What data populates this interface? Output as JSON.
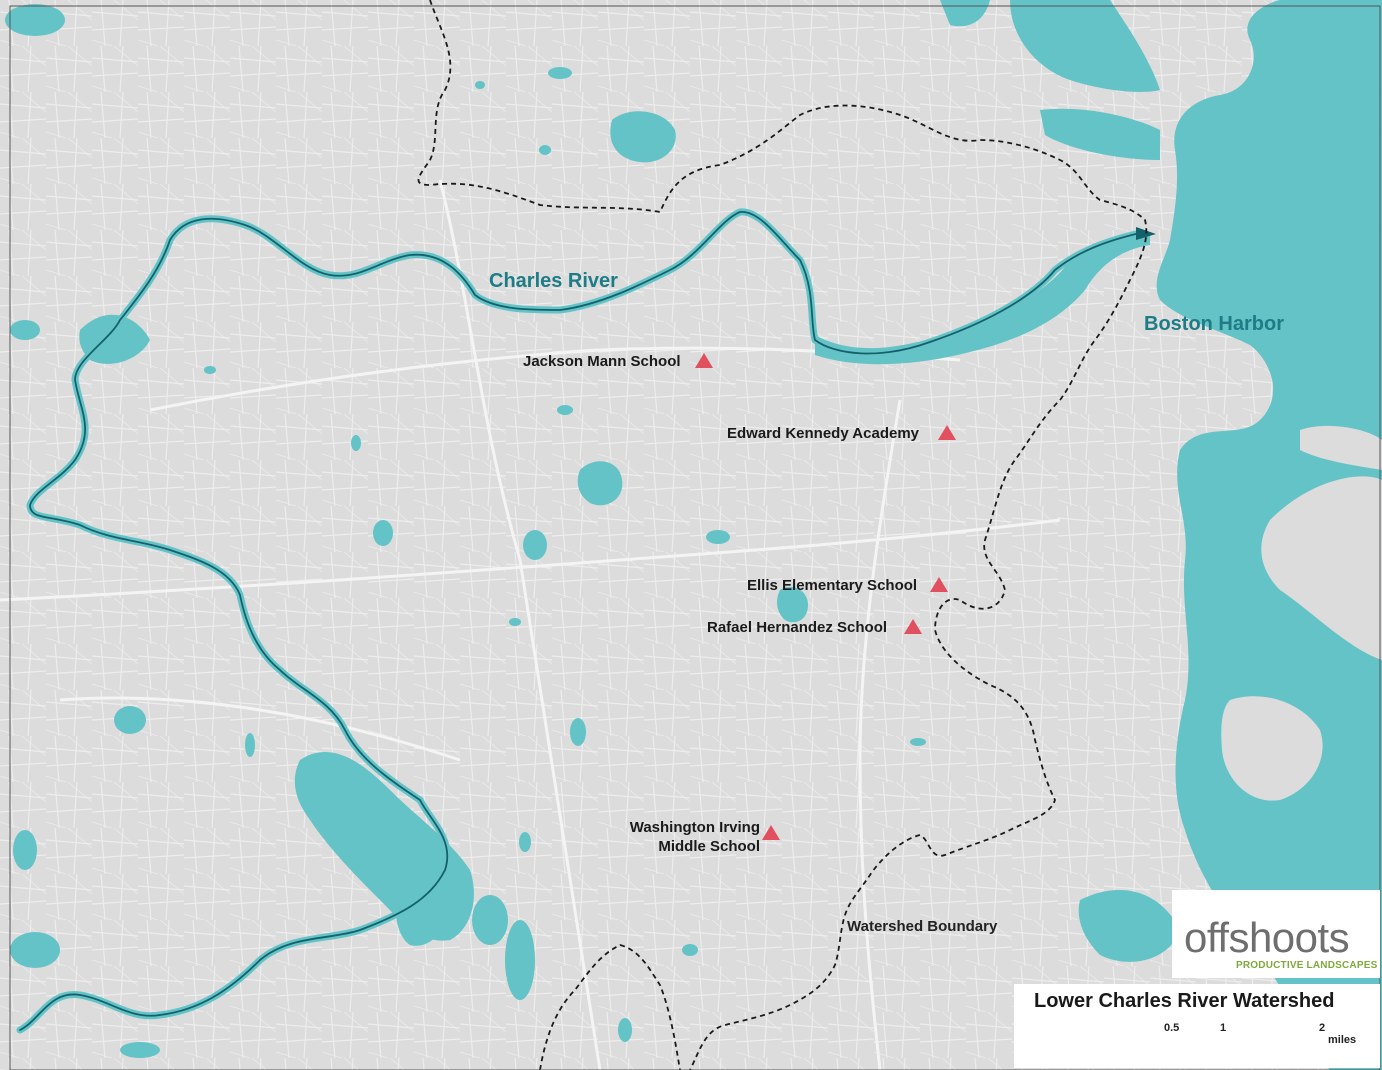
{
  "labels": {
    "river": "Charles River",
    "harbor": "Boston Harbor",
    "boundary": "Watershed Boundary"
  },
  "schools": [
    {
      "name": "Jackson Mann School"
    },
    {
      "name": "Edward Kennedy Academy"
    },
    {
      "name": "Ellis Elementary School"
    },
    {
      "name": "Rafael Hernandez School"
    },
    {
      "line1": "Washington Irving",
      "line2": "Middle School"
    }
  ],
  "legend": {
    "title": "Lower Charles River Watershed",
    "scale": [
      "0.5",
      "1",
      "2"
    ],
    "unit": "miles"
  },
  "logo": {
    "name": "offshoots",
    "tagline": "PRODUCTIVE LANDSCAPES"
  },
  "colors": {
    "water": "#63c3c6",
    "land": "#dcdcdc",
    "school_marker": "#e0505f",
    "river_line": "#14606b",
    "logo_accent": "#7fa93c"
  }
}
